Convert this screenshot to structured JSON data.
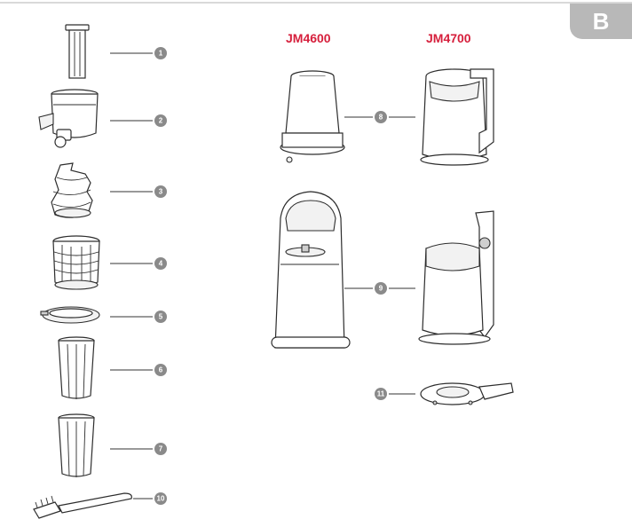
{
  "section_tab": "B",
  "models": {
    "left": "JM4600",
    "right": "JM4700"
  },
  "callouts": {
    "c1": "1",
    "c2": "2",
    "c3": "3",
    "c4": "4",
    "c5": "5",
    "c6": "6",
    "c7": "7",
    "c8": "8",
    "c9": "9",
    "c10": "10",
    "c11": "11"
  },
  "colors": {
    "model_label": "#d61f3c",
    "tab": "#b8b8b8",
    "callout_circle": "#8a8a8a"
  }
}
